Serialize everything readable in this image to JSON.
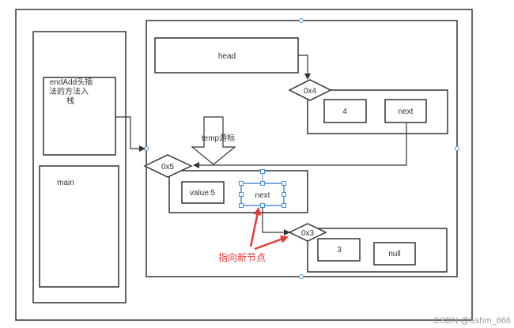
{
  "diagram": {
    "stack_frame_label": "endAdd头插法的方法入栈",
    "stack_frame_lines": [
      "endAdd头插",
      "法的方法入",
      "栈"
    ],
    "main_label": "main",
    "head_label": "head",
    "node_a": {
      "address": "0x4",
      "value": "4",
      "next": "next"
    },
    "temp_label": "temp游标",
    "node_b": {
      "address": "0x5",
      "value": "value:5",
      "next": "next"
    },
    "node_c": {
      "address": "0x3",
      "value": "3",
      "next": "null"
    },
    "annotation": "指向新节点",
    "watermark": "CSDN @Sshm_666",
    "colors": {
      "line": "#333333",
      "annotation": "#e53935",
      "selection": "#4a90d9"
    }
  }
}
